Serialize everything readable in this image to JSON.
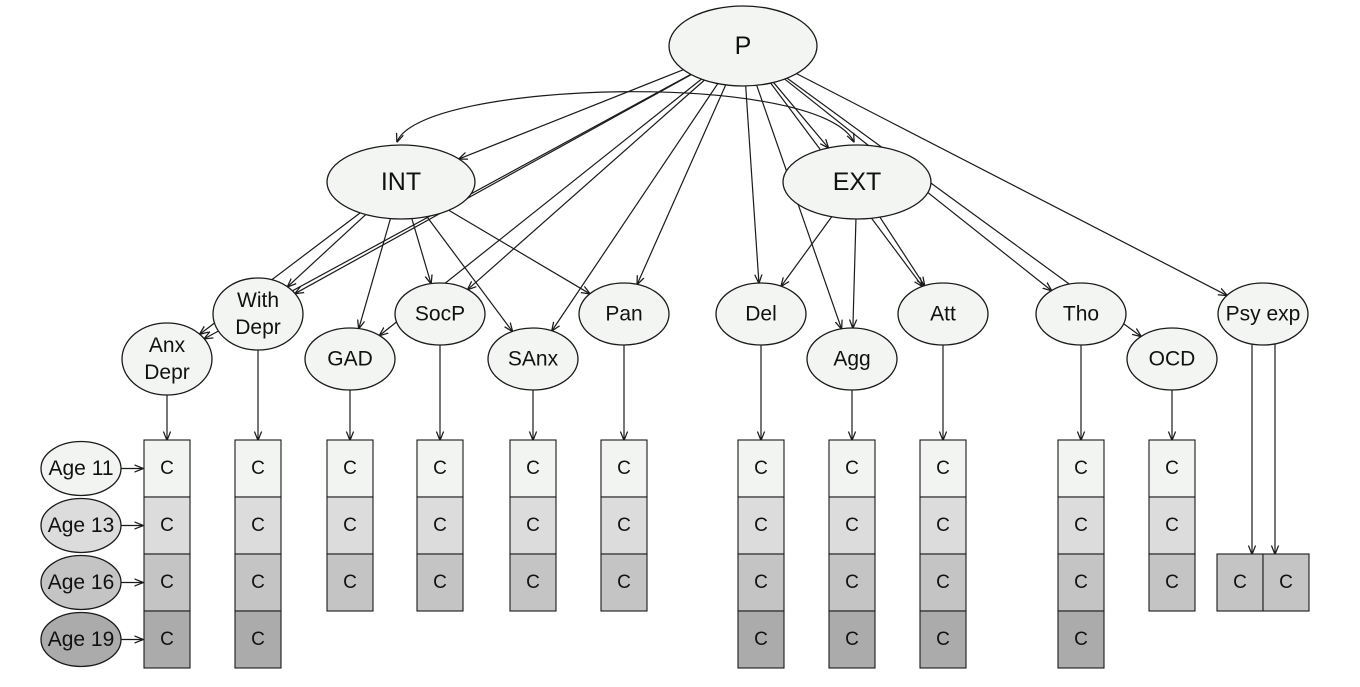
{
  "colors": {
    "top_fill": "#f3f5f3",
    "factor_fill": "#f3f5f3",
    "age_fills": [
      "#f2f4f2",
      "#dcdcdc",
      "#c4c4c4",
      "#ababab"
    ],
    "line": "#1a1a1a"
  },
  "factors": {
    "p": "P",
    "int": "INT",
    "ext": "EXT"
  },
  "indicators": [
    {
      "id": "anx_depr",
      "lines": [
        "Anx",
        "Depr"
      ],
      "loads_on": [
        "int",
        "p"
      ],
      "waves": [
        "C",
        "C",
        "C",
        "C"
      ]
    },
    {
      "id": "with_depr",
      "lines": [
        "With",
        "Depr"
      ],
      "loads_on": [
        "int",
        "p"
      ],
      "waves": [
        "C",
        "C",
        "C",
        "C"
      ]
    },
    {
      "id": "gad",
      "lines": [
        "GAD"
      ],
      "loads_on": [
        "int",
        "p"
      ],
      "waves": [
        "C",
        "C",
        "C"
      ]
    },
    {
      "id": "socp",
      "lines": [
        "SocP"
      ],
      "loads_on": [
        "int",
        "p"
      ],
      "waves": [
        "C",
        "C",
        "C"
      ]
    },
    {
      "id": "sanx",
      "lines": [
        "SAnx"
      ],
      "loads_on": [
        "int",
        "p"
      ],
      "waves": [
        "C",
        "C",
        "C"
      ]
    },
    {
      "id": "pan",
      "lines": [
        "Pan"
      ],
      "loads_on": [
        "int",
        "p"
      ],
      "waves": [
        "C",
        "C",
        "C"
      ]
    },
    {
      "id": "del",
      "lines": [
        "Del"
      ],
      "loads_on": [
        "ext",
        "p"
      ],
      "waves": [
        "C",
        "C",
        "C",
        "C"
      ]
    },
    {
      "id": "agg",
      "lines": [
        "Agg"
      ],
      "loads_on": [
        "ext",
        "p"
      ],
      "waves": [
        "C",
        "C",
        "C",
        "C"
      ]
    },
    {
      "id": "att",
      "lines": [
        "Att"
      ],
      "loads_on": [
        "ext",
        "p"
      ],
      "waves": [
        "C",
        "C",
        "C",
        "C"
      ]
    },
    {
      "id": "tho",
      "lines": [
        "Tho"
      ],
      "loads_on": [
        "p"
      ],
      "waves": [
        "C",
        "C",
        "C",
        "C"
      ]
    },
    {
      "id": "ocd",
      "lines": [
        "OCD"
      ],
      "loads_on": [
        "p"
      ],
      "waves": [
        "C",
        "C",
        "C"
      ]
    },
    {
      "id": "psy_exp",
      "lines": [
        "Psy exp"
      ],
      "loads_on": [
        "p"
      ],
      "waves": [
        "C",
        "C"
      ]
    }
  ],
  "age_labels": [
    "Age 11",
    "Age 13",
    "Age 16",
    "Age 19"
  ]
}
